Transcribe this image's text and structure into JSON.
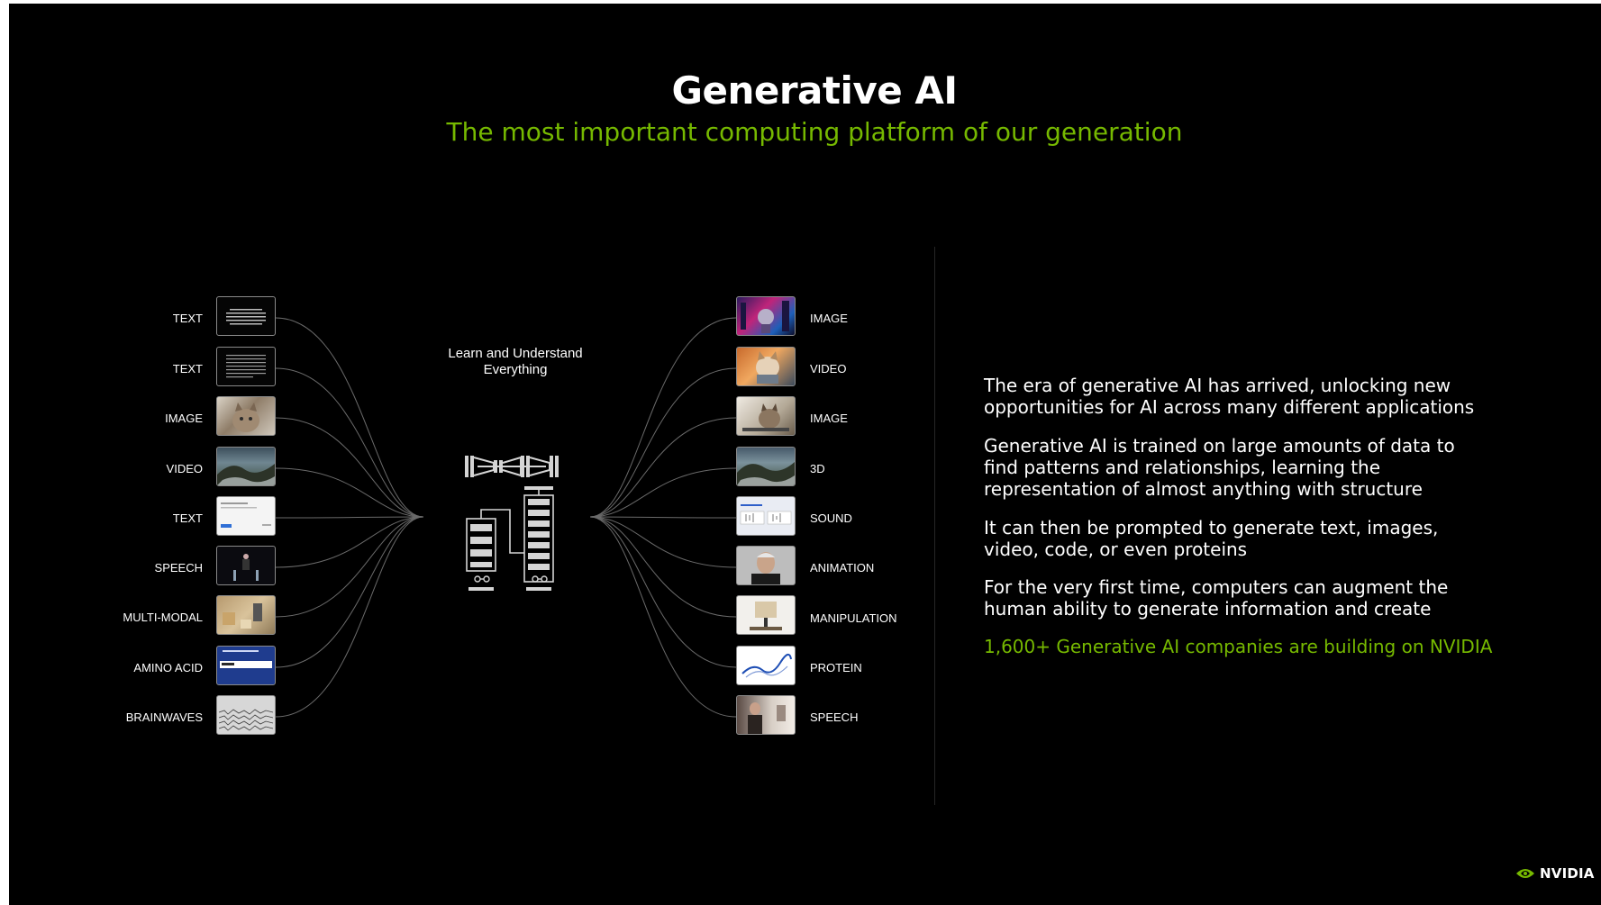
{
  "header": {
    "title": "Generative AI",
    "subtitle": "The most important computing platform of our generation"
  },
  "diagram": {
    "center_caption": "Learn and Understand Everything",
    "inputs": [
      "TEXT",
      "TEXT",
      "IMAGE",
      "VIDEO",
      "TEXT",
      "SPEECH",
      "MULTI-MODAL",
      "AMINO ACID",
      "BRAINWAVES"
    ],
    "outputs": [
      "IMAGE",
      "VIDEO",
      "IMAGE",
      "3D",
      "SOUND",
      "ANIMATION",
      "MANIPULATION",
      "PROTEIN",
      "SPEECH"
    ]
  },
  "description": {
    "paragraphs": [
      "The era of generative AI has arrived, unlocking new opportunities for AI across many different applications",
      "Generative AI is trained on large amounts of data to find patterns and relationships, learning the representation of almost anything with structure",
      "It can then be prompted to generate text, images, video, code, or even proteins",
      "For the very first time, computers can augment the human ability to generate information and create"
    ],
    "highlight": "1,600+ Generative AI companies are building on NVIDIA"
  },
  "logo": {
    "text": "NVIDIA"
  },
  "colors": {
    "accent": "#76b900",
    "background": "#000000",
    "text": "#ffffff"
  }
}
